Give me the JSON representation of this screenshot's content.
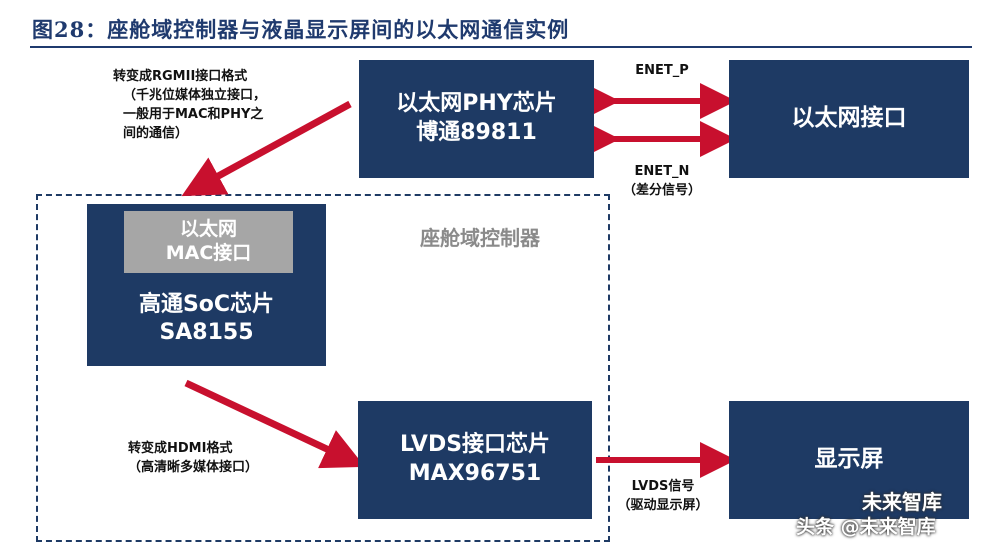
{
  "title": "图28：座舱域控制器与液晶显示屏间的以太网通信实例",
  "phy_chip": {
    "line1": "以太网PHY芯片",
    "line2": "博通89811"
  },
  "ethernet_port": {
    "label": "以太网接口"
  },
  "soc_chip": {
    "line1": "高通SoC芯片",
    "line2": "SA8155"
  },
  "mac_interface": {
    "line1": "以太网",
    "line2": "MAC接口"
  },
  "lvds_chip": {
    "line1": "LVDS接口芯片",
    "line2": "MAX96751"
  },
  "display": {
    "label": "显示屏"
  },
  "region_label": "座舱域控制器",
  "rgmii_note": [
    "转变成RGMII接口格式",
    "（千兆位媒体独立接口，",
    "一般用于MAC和PHY之",
    "间的通信）"
  ],
  "hdmi_note": [
    "转变成HDMI格式",
    "（高清晰多媒体接口）"
  ],
  "enet_p": "ENET_P",
  "enet_n": [
    "ENET_N",
    "（差分信号）"
  ],
  "lvds_signal": [
    "LVDS信号",
    "（驱动显示屏）"
  ],
  "watermark": {
    "top": "未来智库",
    "bottom": "头条 @未来智库"
  },
  "colors": {
    "box": "#1e3a64",
    "arrow": "#c8102e",
    "mac": "#a6a6a6",
    "title": "#1f3a6e"
  }
}
